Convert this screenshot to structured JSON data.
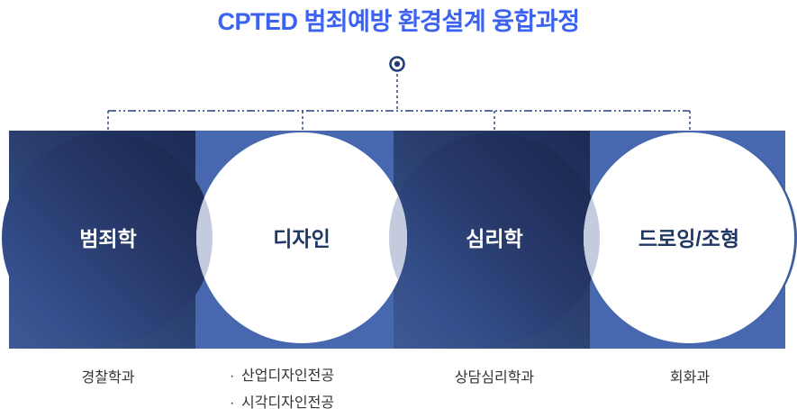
{
  "title": "CPTED 범죄예방 환경설계 융합과정",
  "bullet_char": "·",
  "colors": {
    "title_blue": "#3B62F0",
    "connector_navy": "#223E76",
    "panel_dark_gradient_start": "#3E5995",
    "panel_dark_gradient_end": "#1C2A55",
    "panel_blue": "#4767AE",
    "circle_white": "#FFFFFF",
    "overlap_gray": "#C5CBDF",
    "subject_text_on_light": "#1F3864",
    "subject_text_on_dark": "#FFFFFF",
    "department_text": "#333333"
  },
  "connector": {
    "icon": "target-dot-icon"
  },
  "columns": [
    {
      "subject": "범죄학",
      "style": "dark",
      "departments": [
        "경찰학과"
      ]
    },
    {
      "subject": "디자인",
      "style": "light",
      "departments": [
        "산업디자인전공",
        "시각디자인전공"
      ]
    },
    {
      "subject": "심리학",
      "style": "dark",
      "departments": [
        "상담심리학과"
      ]
    },
    {
      "subject": "드로잉/조형",
      "style": "light",
      "departments": [
        "회화과"
      ]
    }
  ]
}
